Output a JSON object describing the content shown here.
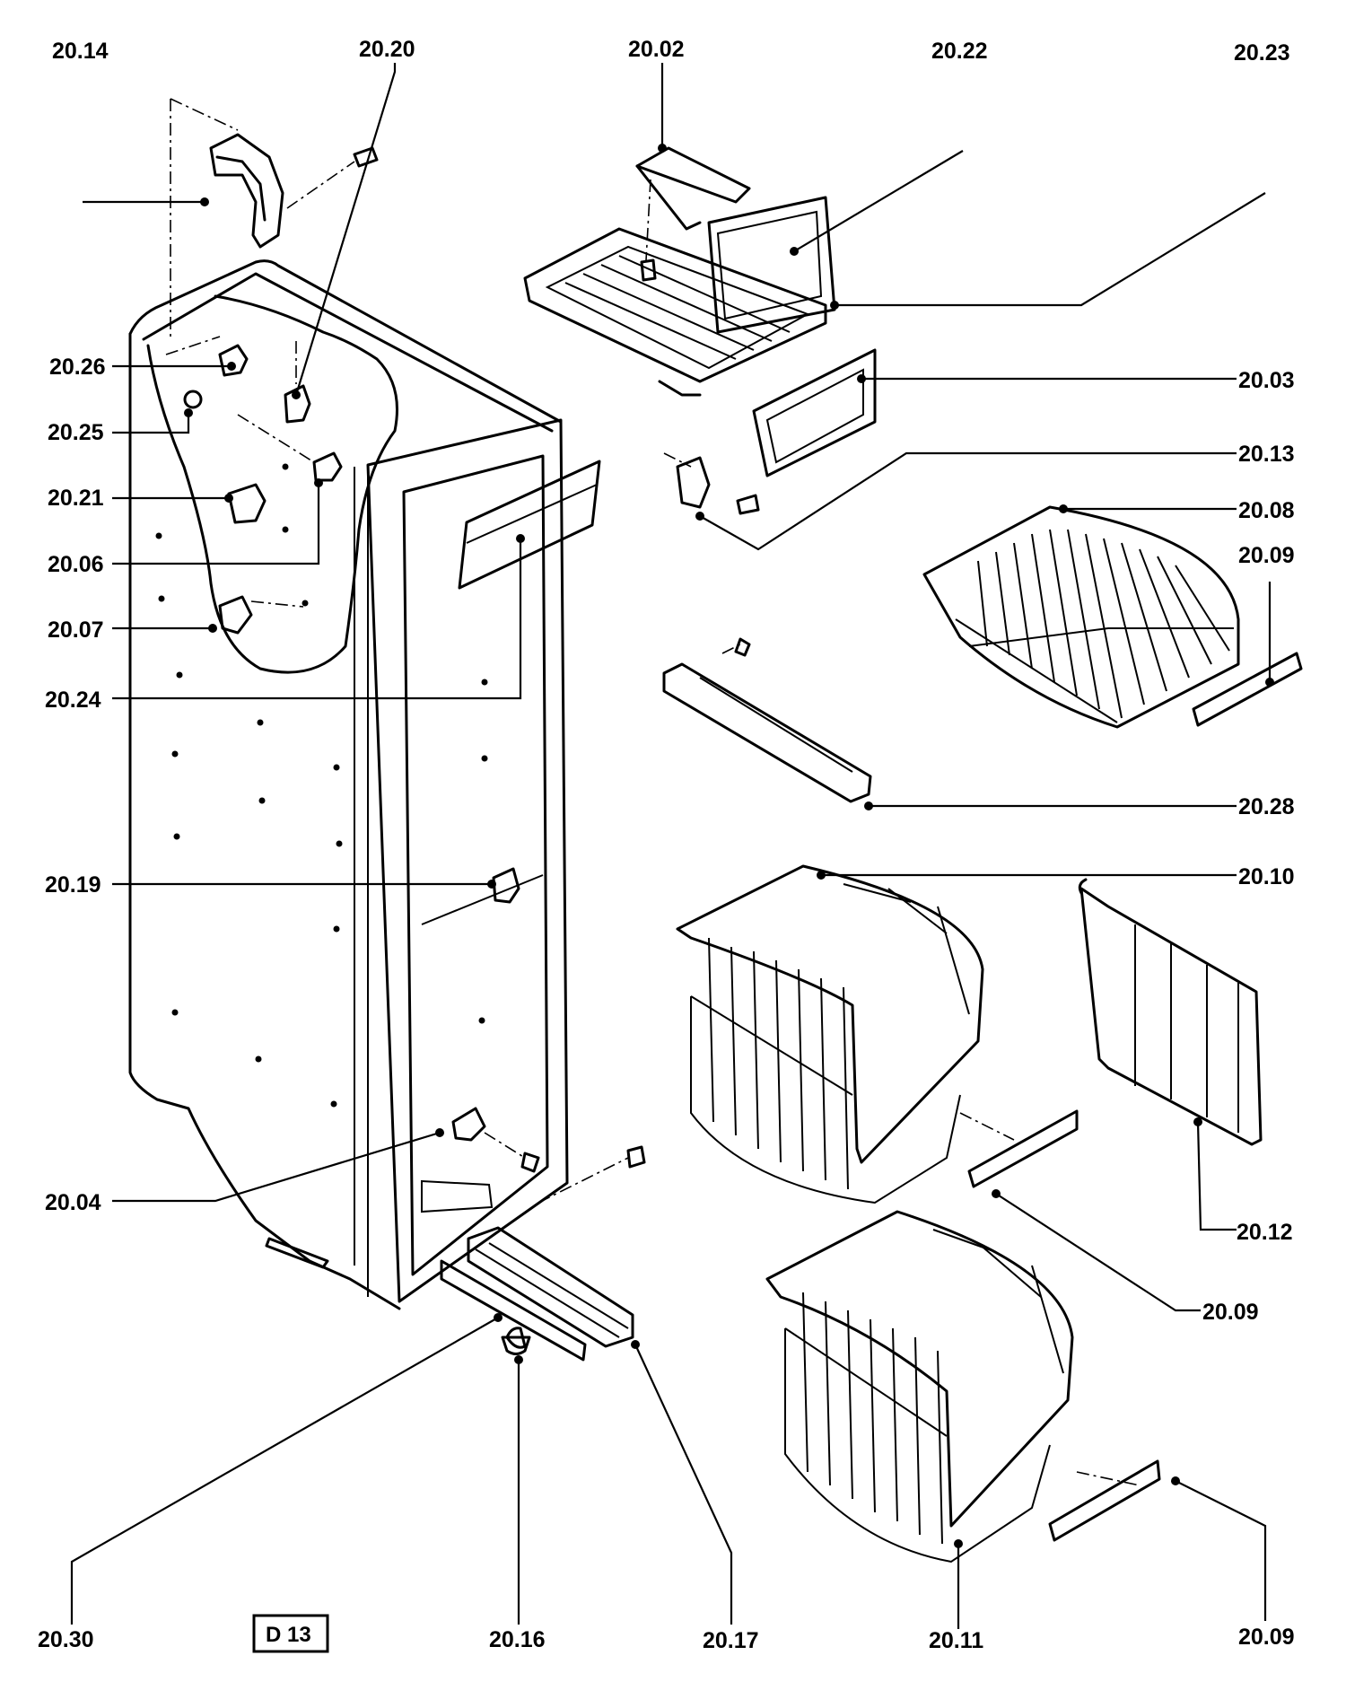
{
  "labels": {
    "p2014": "20.14",
    "p2020": "20.20",
    "p2002": "20.02",
    "p2022": "20.22",
    "p2023": "20.23",
    "p2026": "20.26",
    "p2025": "20.25",
    "p2021": "20.21",
    "p2006": "20.06",
    "p2007": "20.07",
    "p2024": "20.24",
    "p2019": "20.19",
    "p2004": "20.04",
    "p2003": "20.03",
    "p2013": "20.13",
    "p2008": "20.08",
    "p2009a": "20.09",
    "p2028": "20.28",
    "p2010": "20.10",
    "p2012": "20.12",
    "p2009b": "20.09",
    "p2009c": "20.09",
    "p2011": "20.11",
    "p2017": "20.17",
    "p2016": "20.16",
    "p2030": "20.30"
  },
  "badge": "D 13"
}
